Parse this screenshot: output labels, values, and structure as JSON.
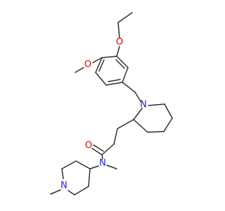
{
  "molecule": {
    "atoms": {
      "o_ethoxy": {
        "symbol": "O",
        "color": "#e00000"
      },
      "o_methoxy": {
        "symbol": "O",
        "color": "#e00000"
      },
      "n_piperidine": {
        "symbol": "N",
        "color": "#2020e0"
      },
      "o_carbonyl": {
        "symbol": "O",
        "color": "#e00000"
      },
      "n_amide": {
        "symbol": "N",
        "color": "#2020e0"
      },
      "n_methylpiperidine": {
        "symbol": "N",
        "color": "#2020e0"
      }
    },
    "bond_color": "#303030"
  }
}
